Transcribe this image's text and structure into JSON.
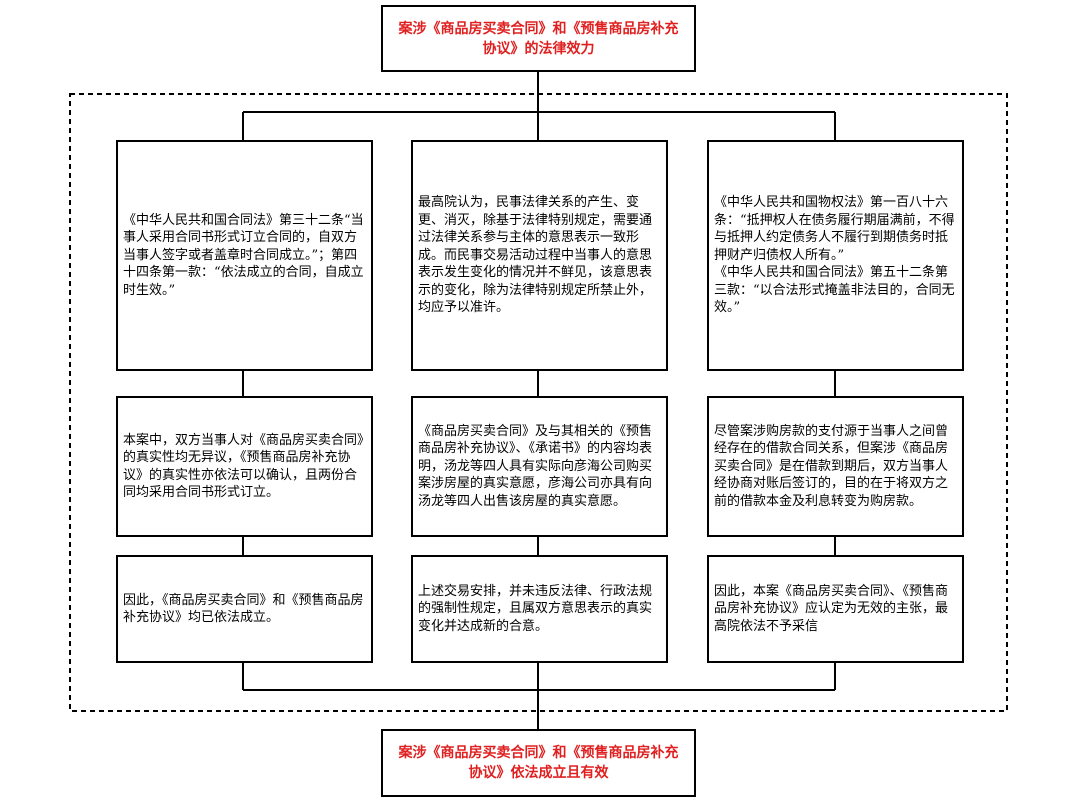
{
  "top_title": "案涉《商品房买卖合同》和《预售商品房补充\n协议》的法律效力",
  "bottom_title": "案涉《商品房买卖合同》和《预售商品房补充\n协议》依法成立且有效",
  "columns": [
    {
      "basis": "《中华人民共和国合同法》第三十二条“当事人采用合同书形式订立合同的，自双方当事人签字或者盖章时合同成立。”；第四十四条第一款：“依法成立的合同，自成立时生效。”",
      "facts": "本案中，双方当事人对《商品房买卖合同》的真实性均无异议，《预售商品房补充协议》的真实性亦依法可以确认，且两份合同均采用合同书形式订立。",
      "conclusion": "因此，《商品房买卖合同》和《预售商品房补充协议》均已依法成立。"
    },
    {
      "basis": "最高院认为，民事法律关系的产生、变更、消灭，除基于法律特别规定，需要通过法律关系参与主体的意思表示一致形成。而民事交易活动过程中当事人的意思表示发生变化的情况并不鲜见，该意思表示的变化，除为法律特别规定所禁止外，均应予以准许。",
      "facts": "《商品房买卖合同》及与其相关的《预售商品房补充协议》、《承诺书》的内容均表明，汤龙等四人具有实际向彦海公司购买案涉房屋的真实意愿，彦海公司亦具有向汤龙等四人出售该房屋的真实意愿。",
      "conclusion": "上述交易安排，并未违反法律、行政法规的强制性规定，且属双方意思表示的真实变化并达成新的合意。"
    },
    {
      "basis": "《中华人民共和国物权法》第一百八十六条：“抵押权人在债务履行期届满前，不得与抵押人约定债务人不履行到期债务时抵押财产归债权人所有。”\n《中华人民共和国合同法》第五十二条第三款：“以合法形式掩盖非法目的，合同无效。”",
      "facts": "尽管案涉购房款的支付源于当事人之间曾经存在的借款合同关系，但案涉《商品房买卖合同》是在借款到期后，双方当事人经协商对账后签订的，目的在于将双方之前的借款本金及利息转变为购房款。",
      "conclusion": "因此，本案《商品房买卖合同》、《预售商品房补充协议》应认定为无效的主张，最高院依法不予采信"
    }
  ]
}
